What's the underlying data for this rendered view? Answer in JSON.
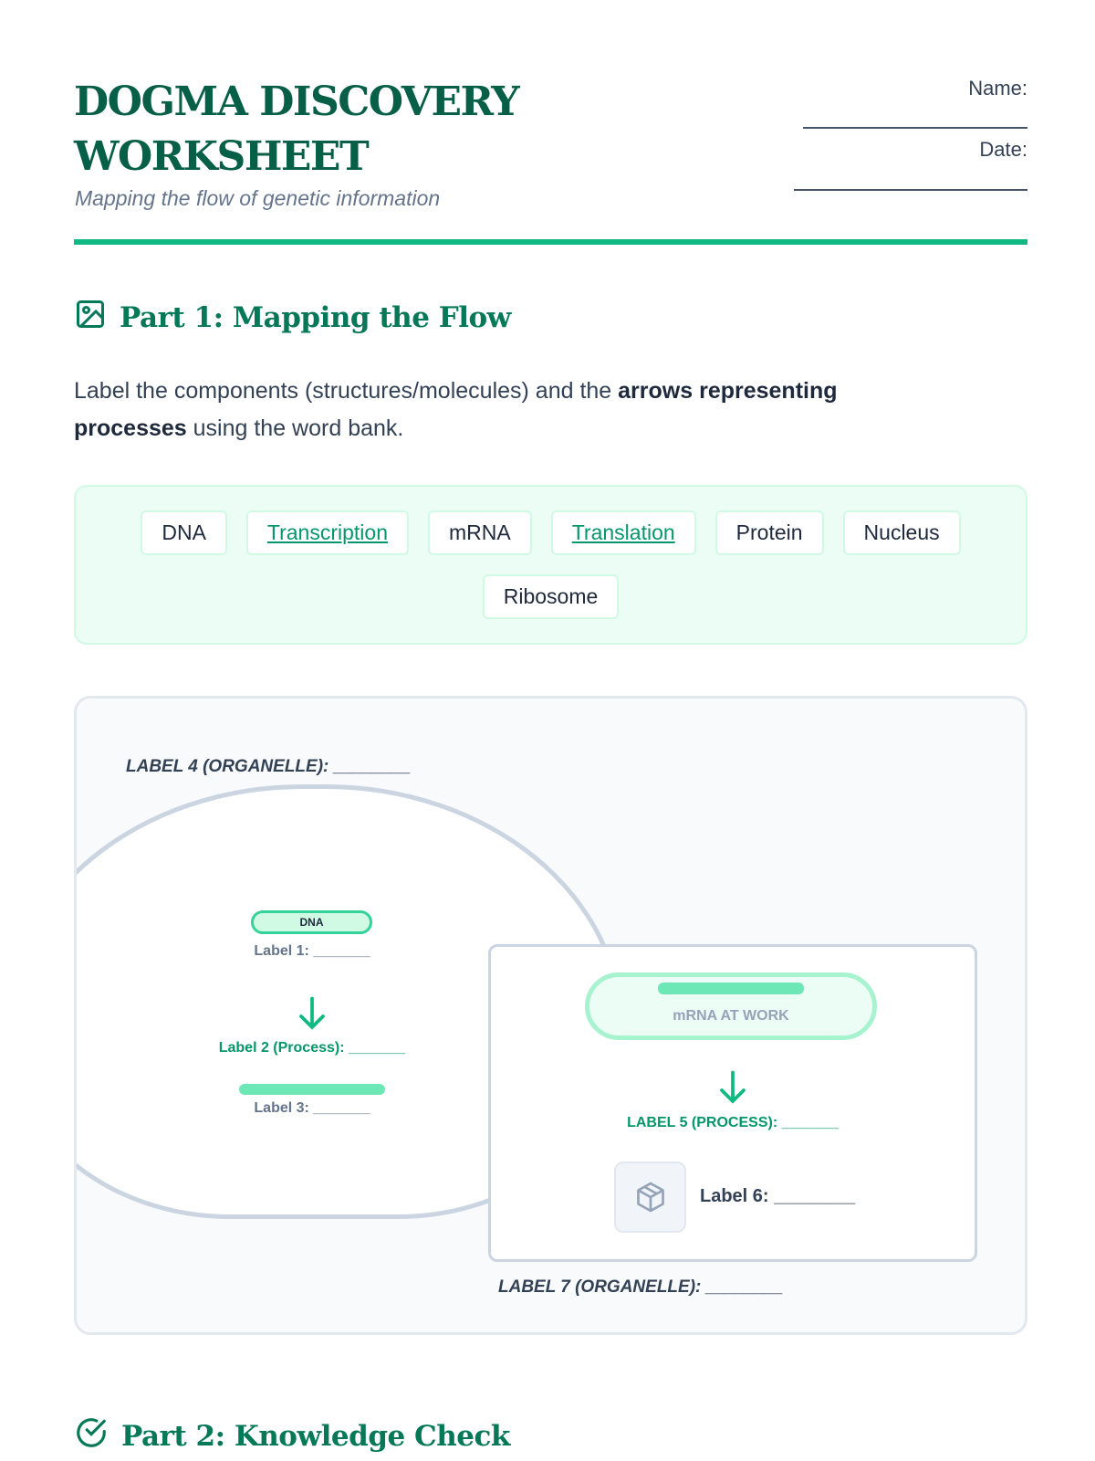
{
  "header": {
    "title_line1": "DOGMA DISCOVERY",
    "title_line2": "WORKSHEET",
    "subtitle": "Mapping the flow of genetic information",
    "name_label": "Name:",
    "date_label": "Date:"
  },
  "part1": {
    "heading": "Part 1: Mapping the Flow",
    "instructions_pre": "Label the components (structures/molecules) and the ",
    "instructions_bold1": "arrows representing",
    "instructions_bold2": "processes",
    "instructions_post": " using the word bank."
  },
  "word_bank": [
    {
      "label": "DNA",
      "style": "plain"
    },
    {
      "label": "Transcription",
      "style": "link"
    },
    {
      "label": "mRNA",
      "style": "plain"
    },
    {
      "label": "Translation",
      "style": "link"
    },
    {
      "label": "Protein",
      "style": "plain"
    },
    {
      "label": "Nucleus",
      "style": "plain"
    },
    {
      "label": "Ribosome",
      "style": "plain"
    }
  ],
  "diagram": {
    "label4": "LABEL 4 (ORGANELLE): ________",
    "dna_tag": "DNA",
    "label1": "Label 1: _______",
    "label2": "Label 2 (Process): _______",
    "label3": "Label 3: _______",
    "mrna_tag": "mRNA AT WORK",
    "label5": "LABEL 5 (PROCESS): _______",
    "label6": "Label 6: ________",
    "label7": "LABEL 7 (ORGANELLE): ________"
  },
  "part2": {
    "heading": "Part 2: Knowledge Check"
  },
  "colors": {
    "primary": "#065f46",
    "accent": "#10b981",
    "mint": "#6ee7b7"
  }
}
